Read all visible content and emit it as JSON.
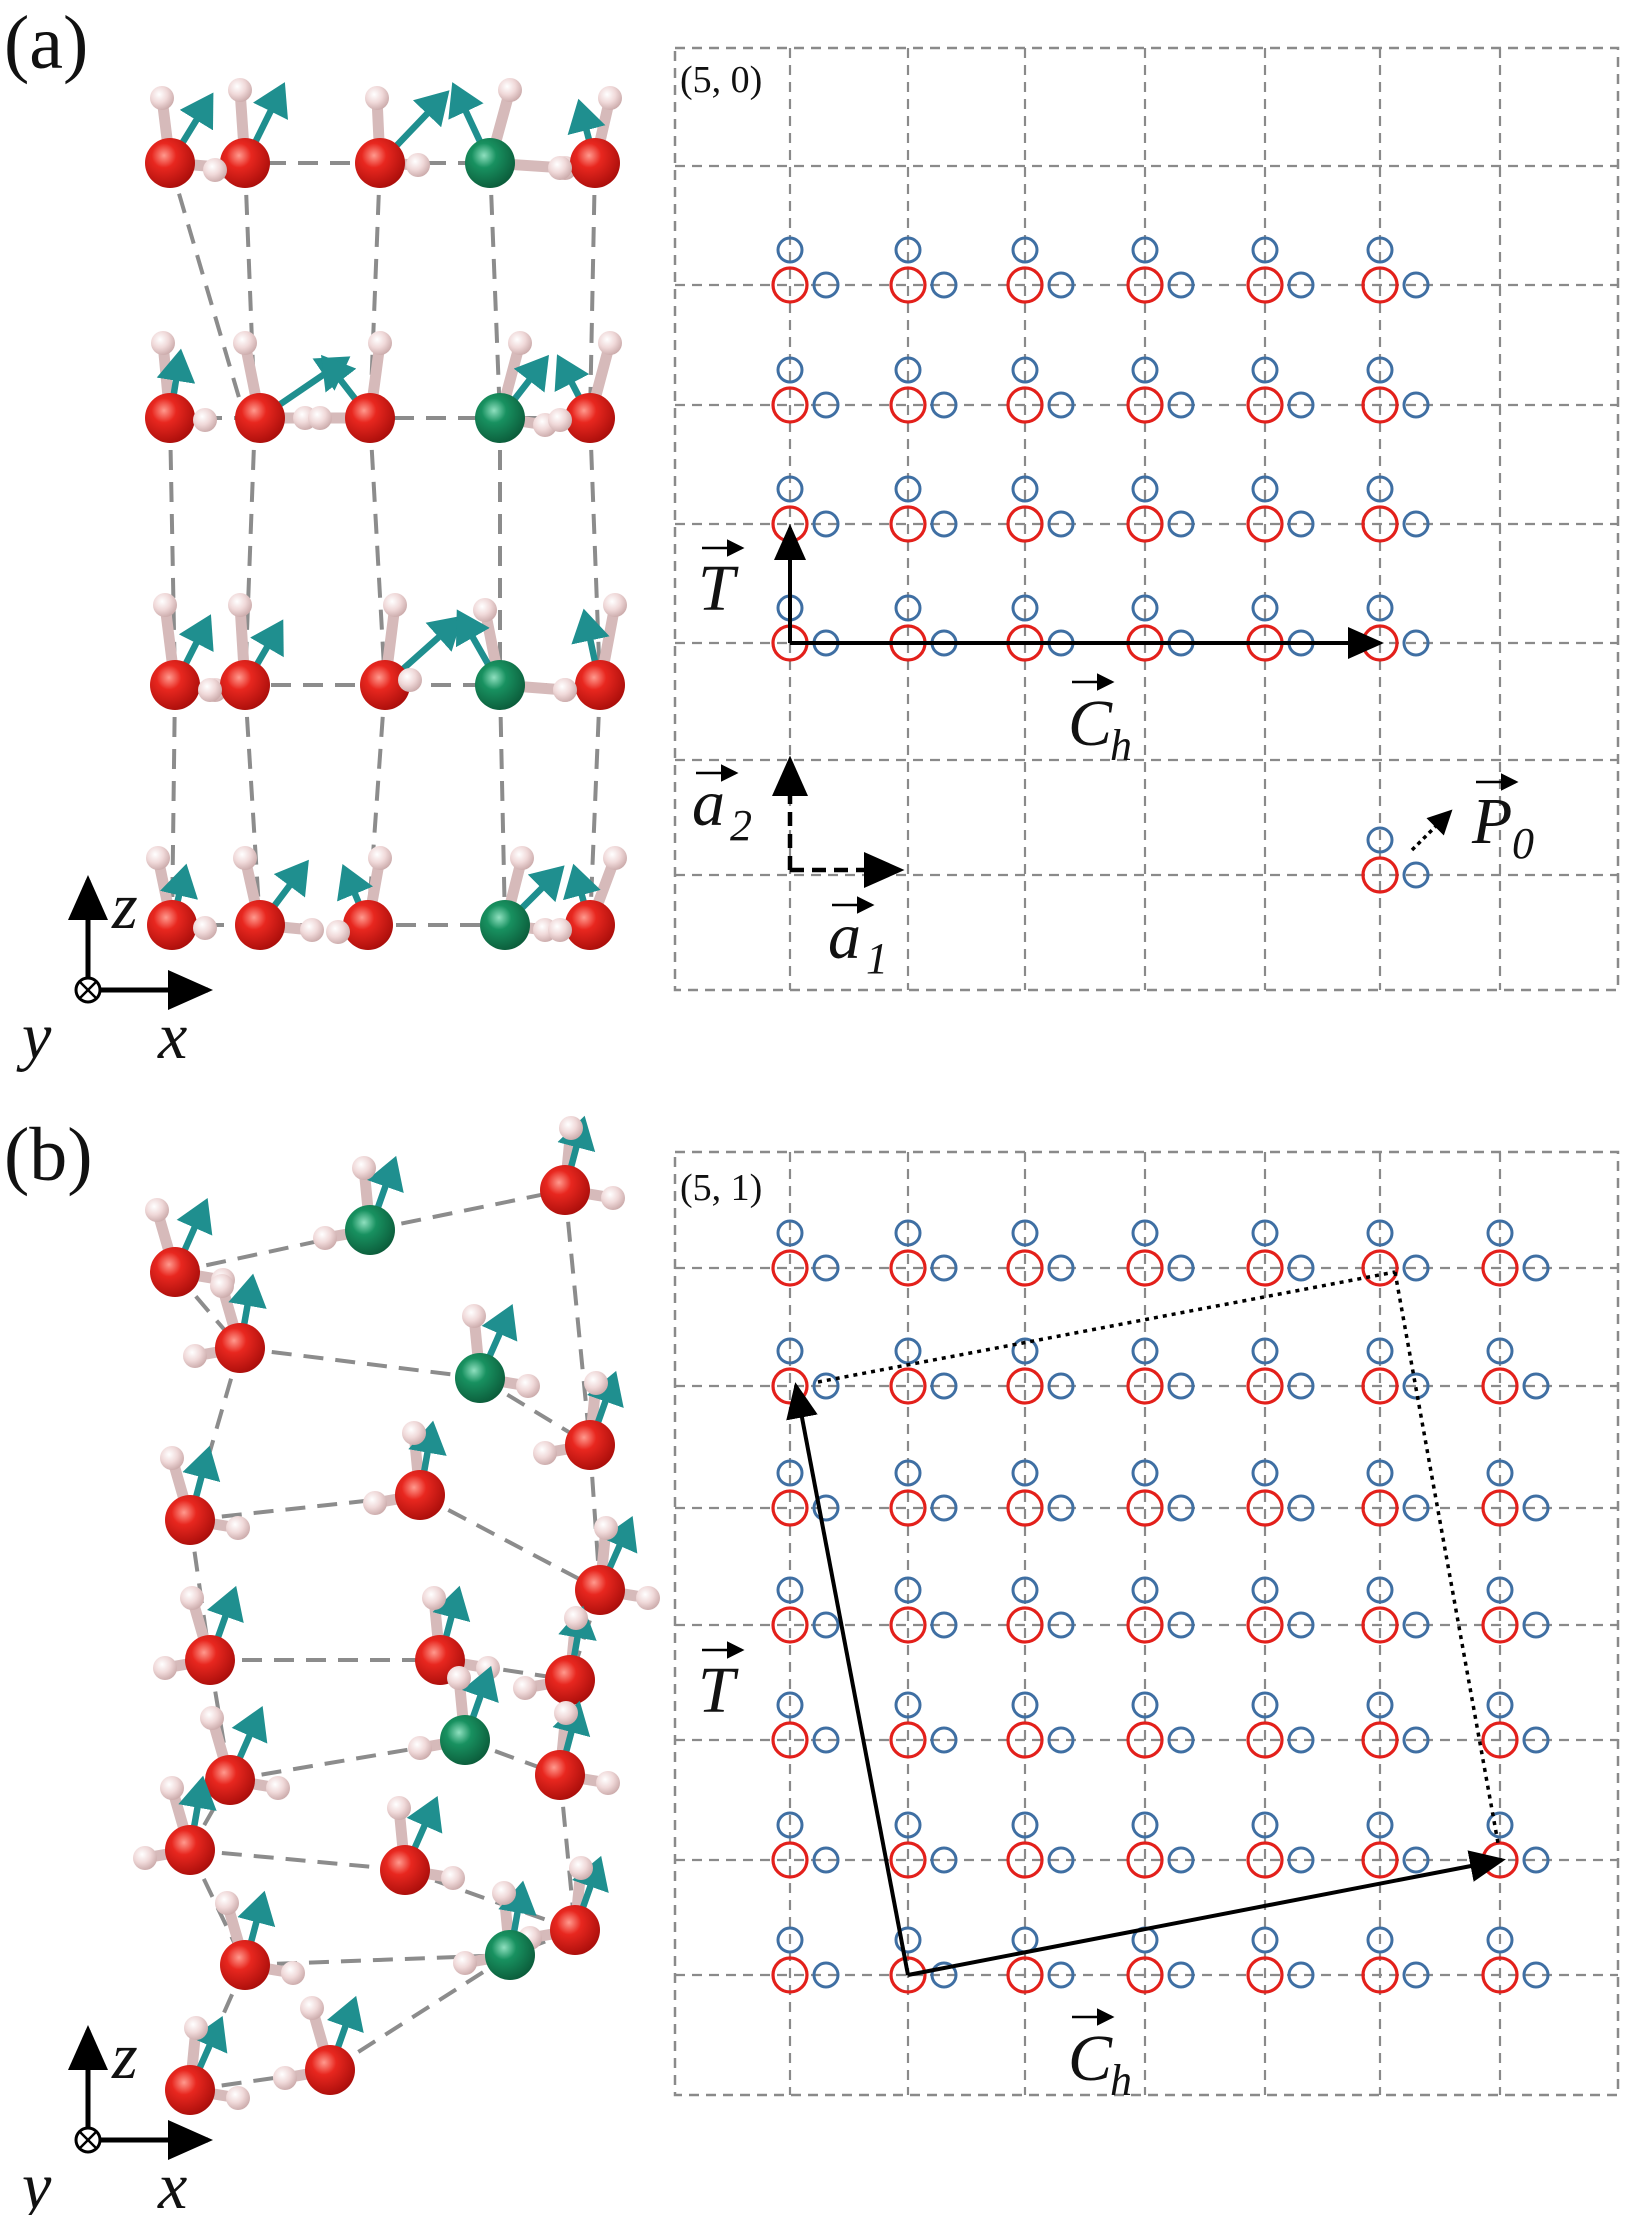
{
  "panels": [
    {
      "id": "a",
      "label": "(a)",
      "cell_label": "(5, 0)",
      "vectors": {
        "T": {
          "name": "T"
        },
        "Ch": {
          "name": "C",
          "sub": "h"
        },
        "a1": {
          "name": "a",
          "sub": "1"
        },
        "a2": {
          "name": "a",
          "sub": "2"
        },
        "P0": {
          "name": "P",
          "sub": "0"
        }
      },
      "axes": {
        "z": "z",
        "x": "x",
        "y": "y"
      }
    },
    {
      "id": "b",
      "label": "(b)",
      "cell_label": "(5, 1)",
      "vectors": {
        "T": {
          "name": "T"
        },
        "Ch": {
          "name": "C",
          "sub": "h"
        }
      },
      "axes": {
        "z": "z",
        "x": "x",
        "y": "y"
      }
    }
  ],
  "colors": {
    "oxygen": "#e0201c",
    "special_oxygen": "#138a55",
    "hydrogen": "#f3dede",
    "dipole": "#1f8f8f",
    "lattice_oxygen": "#e3201b",
    "lattice_hydrogen": "#3f6fa3"
  },
  "icons": [
    "into-page-axis-icon",
    "dipole-arrow-icon"
  ]
}
